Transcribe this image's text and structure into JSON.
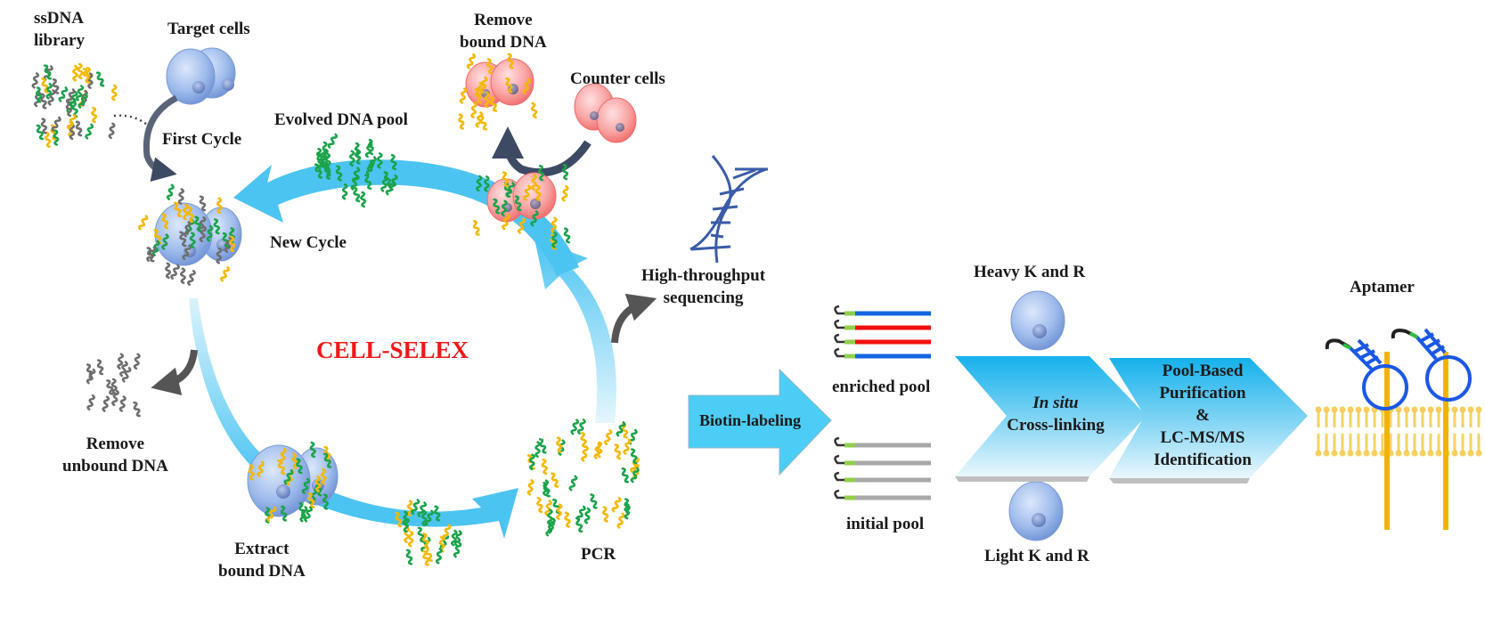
{
  "figure": {
    "cycle_title": "CELL-SELEX",
    "labels": {
      "ssdna_library": [
        "ssDNA",
        "library"
      ],
      "target_cells": "Target cells",
      "first_cycle": "First Cycle",
      "new_cycle": "New Cycle",
      "evolved_pool": "Evolved DNA pool",
      "remove_bound": [
        "Remove",
        "bound DNA"
      ],
      "counter_cells": "Counter cells",
      "remove_unbound": [
        "Remove",
        "unbound DNA"
      ],
      "extract_bound": [
        "Extract",
        "bound DNA"
      ],
      "pcr": "PCR",
      "sequencing": [
        "High-throughput",
        "sequencing"
      ],
      "biotin_labeling": "Biotin-labeling",
      "enriched_pool": "enriched pool",
      "initial_pool": "initial pool",
      "heavy": "Heavy K and R",
      "light": "Light K and R",
      "insitu_italic": "In situ",
      "crosslinking": "Cross-linking",
      "purification": [
        "Pool-Based",
        "Purification",
        "&",
        "LC-MS/MS",
        "Identification"
      ],
      "aptamer": "Aptamer"
    },
    "colors": {
      "cycle_arrow": "#4cc4f2",
      "title_red": "#f01818",
      "target_cell": "#9ab8e8",
      "counter_cell": "#f47a7a",
      "dna_green": "#1aa34a",
      "dna_yellow": "#f5b800",
      "dna_gray": "#6e6e6e",
      "enriched_blue": "#1565e0",
      "enriched_red": "#f01010",
      "initial_gray": "#a8a8a8",
      "linker_green": "#8fd04a",
      "membrane": "#f5c842",
      "aptamer_blue": "#1b58e6"
    }
  }
}
